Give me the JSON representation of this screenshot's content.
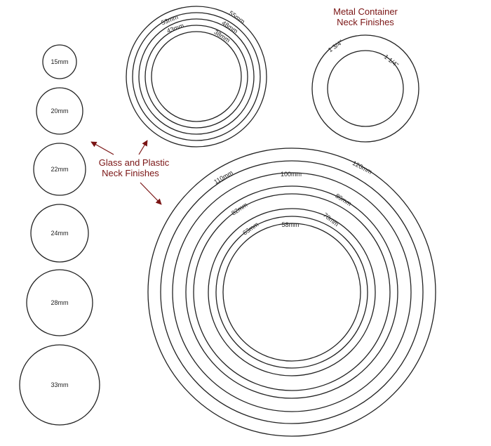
{
  "labels": {
    "glass_title_line1": "Glass and Plastic",
    "glass_title_line2": "Neck Finishes",
    "metal_title_line1": "Metal Container",
    "metal_title_line2": "Neck Finishes"
  },
  "small_circles": [
    "15mm",
    "20mm",
    "22mm",
    "24mm",
    "28mm",
    "33mm"
  ],
  "medium_rings": [
    "53mm",
    "55mm",
    "43mm",
    "48mm",
    "38mm"
  ],
  "metal_rings": [
    "1 3/4\"",
    "1 1/4\""
  ],
  "large_rings": [
    "120mm",
    "110mm",
    "100mm",
    "89mm",
    "82mm",
    "70mm",
    "63mm",
    "58mm"
  ],
  "colors": {
    "accent": "#7a1414",
    "stroke": "#222222"
  }
}
